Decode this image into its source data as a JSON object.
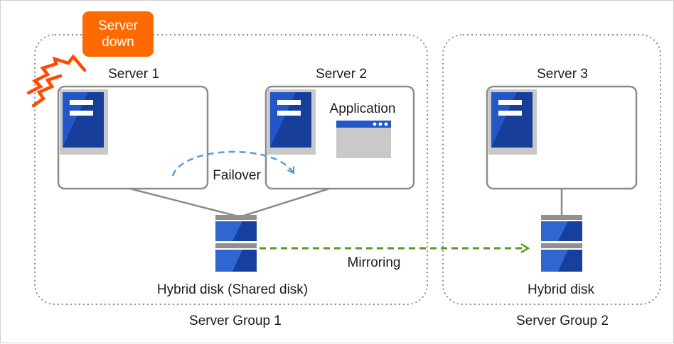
{
  "badge": {
    "line1": "Server",
    "line2": "down"
  },
  "servers": [
    {
      "label": "Server 1"
    },
    {
      "label": "Server 2"
    },
    {
      "label": "Server 3"
    }
  ],
  "application": {
    "label": "Application"
  },
  "arrows": {
    "failover": "Failover",
    "mirroring": "Mirroring"
  },
  "disks": {
    "shared": "Hybrid disk (Shared disk)",
    "remote": "Hybrid disk"
  },
  "groups": {
    "group1": "Server Group 1",
    "group2": "Server Group 2"
  },
  "colors": {
    "badge": "#ff6a00",
    "lightning": "#ff4a00",
    "server_blue": "#2357c8",
    "disk_blue": "#2f66d0",
    "failover_arrow": "#5a9ad6",
    "mirroring_arrow": "#5a9a1a",
    "group_border": "#8a8a8a",
    "box_border": "#8c8c8c"
  },
  "icons": [
    "lightning-icon",
    "server-icon",
    "application-window-icon",
    "disk-icon"
  ]
}
